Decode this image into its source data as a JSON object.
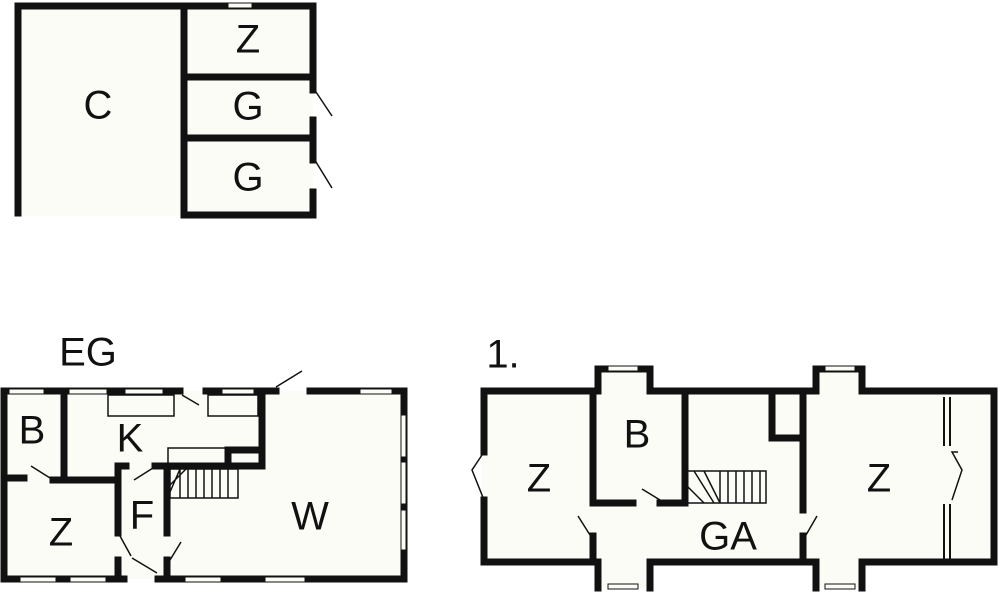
{
  "top_plan": {
    "rooms": [
      "C",
      "Z",
      "G",
      "G"
    ]
  },
  "ground_floor": {
    "title": "EG",
    "rooms": [
      "B",
      "K",
      "Z",
      "F",
      "W"
    ]
  },
  "first_floor": {
    "title": "1.",
    "rooms": [
      "Z",
      "B",
      "GA",
      "Z"
    ]
  },
  "colors": {
    "wall": "#111111",
    "floor": "#fcfcf6"
  }
}
